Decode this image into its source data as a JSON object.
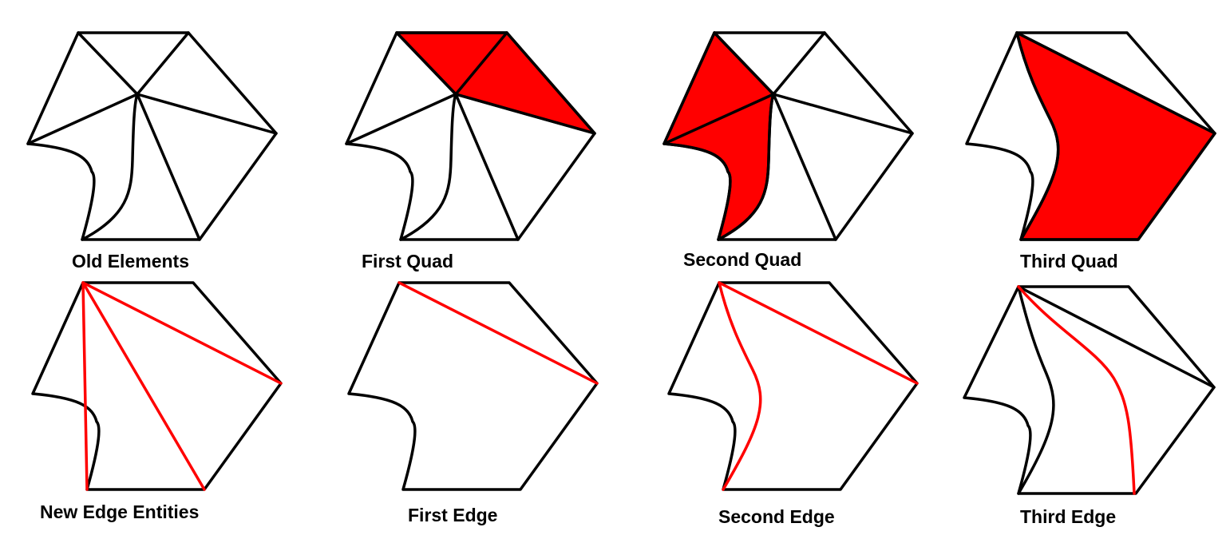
{
  "colors": {
    "highlight": "#ff0000",
    "line": "#000000",
    "background": "#ffffff"
  },
  "panels": [
    {
      "caption": "Old Elements"
    },
    {
      "caption": "First Quad"
    },
    {
      "caption": "Second Quad"
    },
    {
      "caption": "Third Quad"
    },
    {
      "caption": "New Edge Entities"
    },
    {
      "caption": "First Edge"
    },
    {
      "caption": "Second Edge"
    },
    {
      "caption": "Third Edge"
    }
  ]
}
